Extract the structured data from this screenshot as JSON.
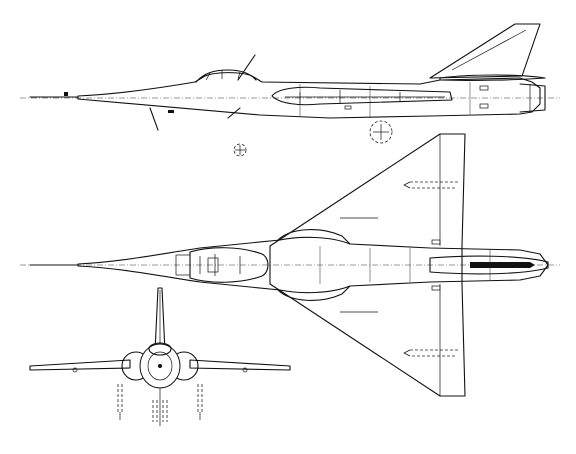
{
  "drawing": {
    "views": [
      "side-view",
      "top-view",
      "front-view"
    ],
    "ink_color": "#111111",
    "paper_color": "#ffffff"
  }
}
